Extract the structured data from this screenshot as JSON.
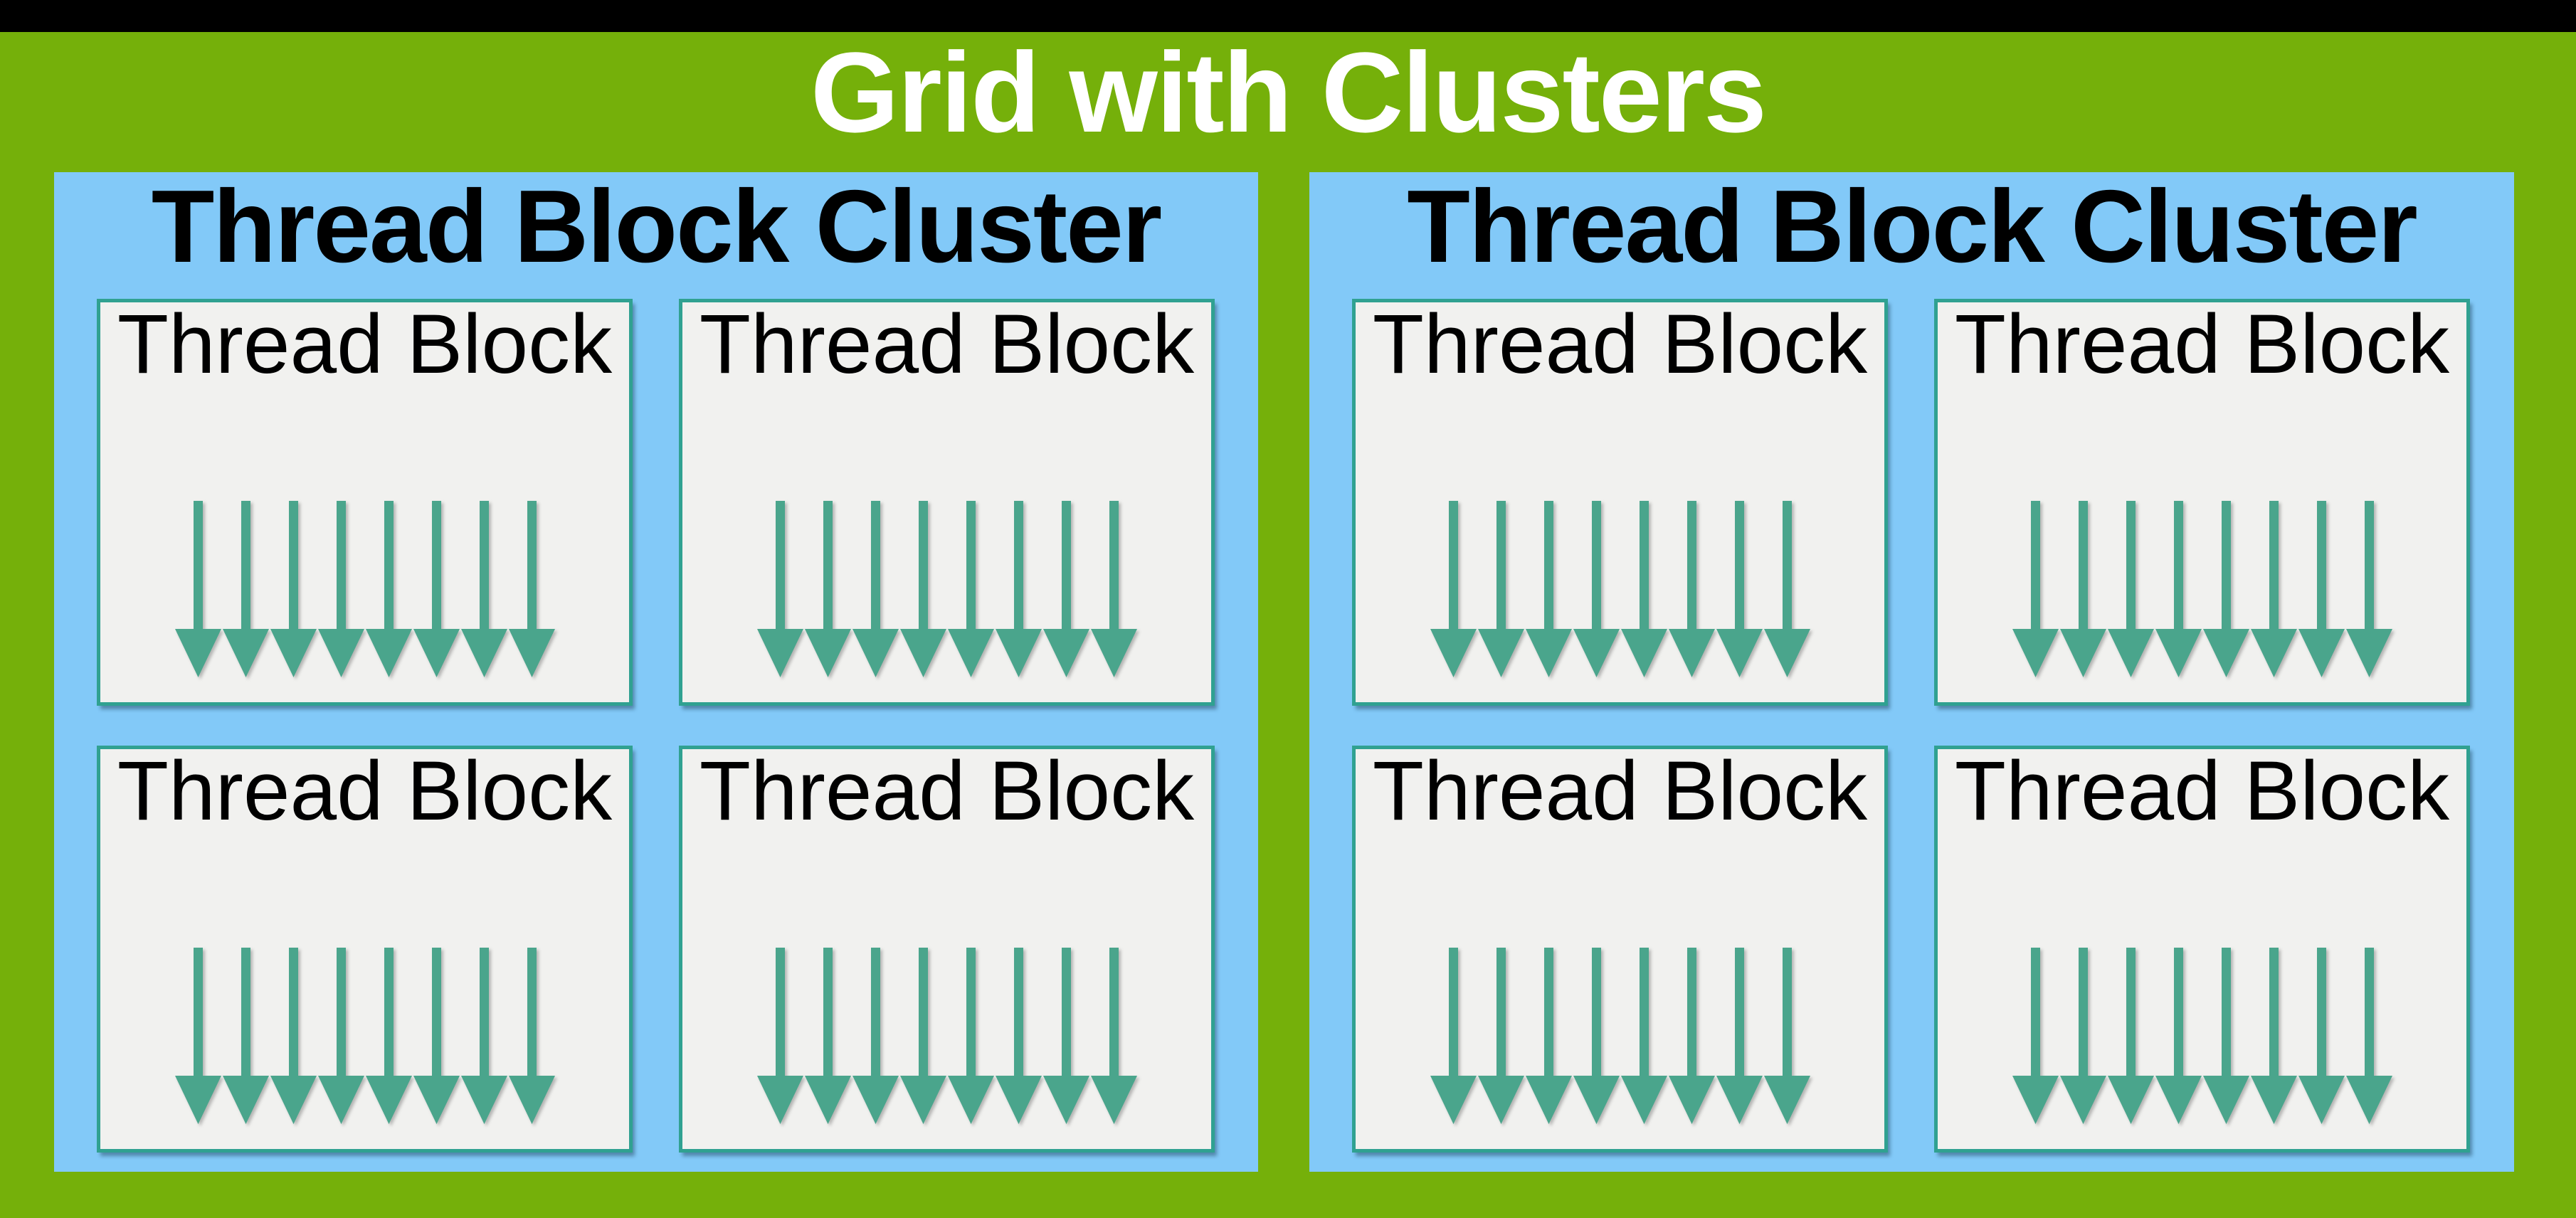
{
  "title": "Grid with Clusters",
  "colors": {
    "top-bar": "#000000",
    "background-green": "#75b00a",
    "cluster-blue": "#82c9f8",
    "block-border-teal": "#30a191",
    "arrow-teal": "#4aa58c",
    "block-bg": "#f1f1ef",
    "title-text": "#ffffff",
    "label-text": "#000000"
  },
  "clusters": [
    {
      "title": "Thread Block Cluster",
      "blocks": [
        {
          "label": "Thread Block",
          "arrow_count": 8
        },
        {
          "label": "Thread Block",
          "arrow_count": 8
        },
        {
          "label": "Thread Block",
          "arrow_count": 8
        },
        {
          "label": "Thread Block",
          "arrow_count": 8
        }
      ]
    },
    {
      "title": "Thread Block Cluster",
      "blocks": [
        {
          "label": "Thread Block",
          "arrow_count": 8
        },
        {
          "label": "Thread Block",
          "arrow_count": 8
        },
        {
          "label": "Thread Block",
          "arrow_count": 8
        },
        {
          "label": "Thread Block",
          "arrow_count": 8
        }
      ]
    }
  ]
}
